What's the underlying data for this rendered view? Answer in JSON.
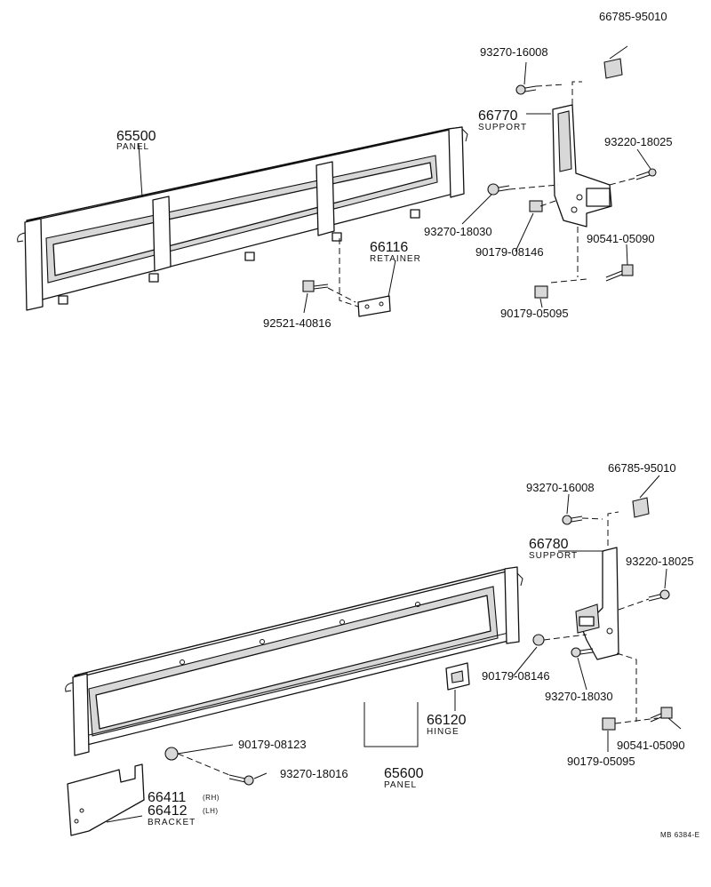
{
  "top": {
    "panel_no": "65500",
    "panel_name": "PANEL",
    "retainer_no": "66116",
    "retainer_name": "RETAINER",
    "support_no": "66770",
    "support_name": "SUPPORT",
    "bolt_92521": "92521-40816",
    "clip_66785": "66785-95010",
    "screw_16008": "93270-16008",
    "screw_18025": "93220-18025",
    "screw_18030": "93270-18030",
    "nut_08146": "90179-08146",
    "bolt_05090": "90541-05090",
    "nut_05095": "90179-05095"
  },
  "bottom": {
    "clip_66785": "66785-95010",
    "screw_16008": "93270-16008",
    "support_no": "66780",
    "support_name": "SUPPORT",
    "screw_18025": "93220-18025",
    "nut_08146": "90179-08146",
    "screw_18030": "93270-18030",
    "nut_08123": "90179-08123",
    "screw_18016": "93270-18016",
    "hinge_no": "66120",
    "hinge_name": "HINGE",
    "panel_no": "65600",
    "panel_name": "PANEL",
    "bolt_05090": "90541-05090",
    "nut_05095": "90179-05095",
    "bracket_rh_no": "66411",
    "bracket_rh_side": "(RH)",
    "bracket_lh_no": "66412",
    "bracket_lh_side": "(LH)",
    "bracket_name": "BRACKET"
  },
  "footer": {
    "ref": "MB  6384-E"
  }
}
